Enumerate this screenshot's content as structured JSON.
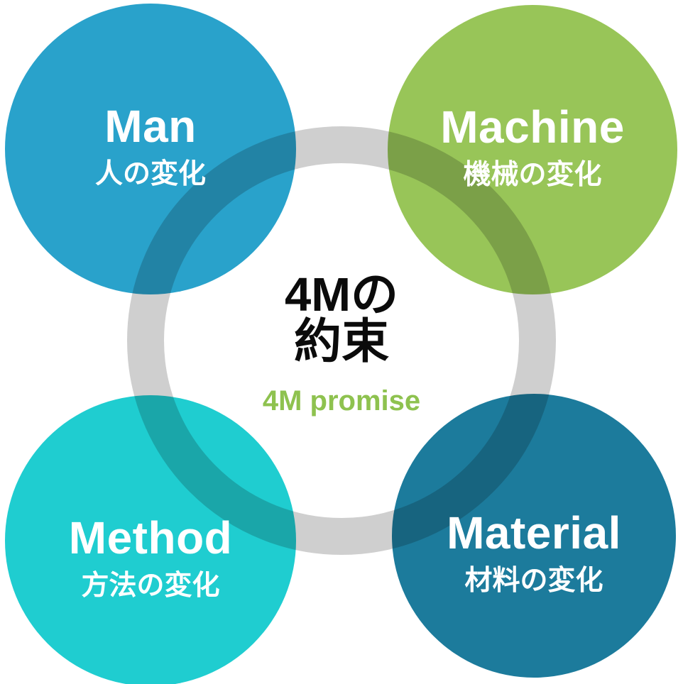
{
  "diagram": {
    "ring": {
      "color": "#cfcfcf"
    },
    "center": {
      "title_line1": "4Mの",
      "title_line2": "約束",
      "title_color": "#0b0b0b",
      "subtitle": "4M promise",
      "subtitle_color": "#8ec24f"
    },
    "circles": [
      {
        "id": "man",
        "label": "Man",
        "sublabel": "人の変化",
        "color": "#29a2cb",
        "text_color": "#ffffff"
      },
      {
        "id": "machine",
        "label": "Machine",
        "sublabel": "機械の変化",
        "color": "#98c558",
        "text_color": "#ffffff"
      },
      {
        "id": "method",
        "label": "Method",
        "sublabel": "方法の変化",
        "color": "#1fcdd0",
        "text_color": "#ffffff"
      },
      {
        "id": "material",
        "label": "Material",
        "sublabel": "材料の変化",
        "color": "#1c7b9c",
        "text_color": "#ffffff"
      }
    ]
  }
}
